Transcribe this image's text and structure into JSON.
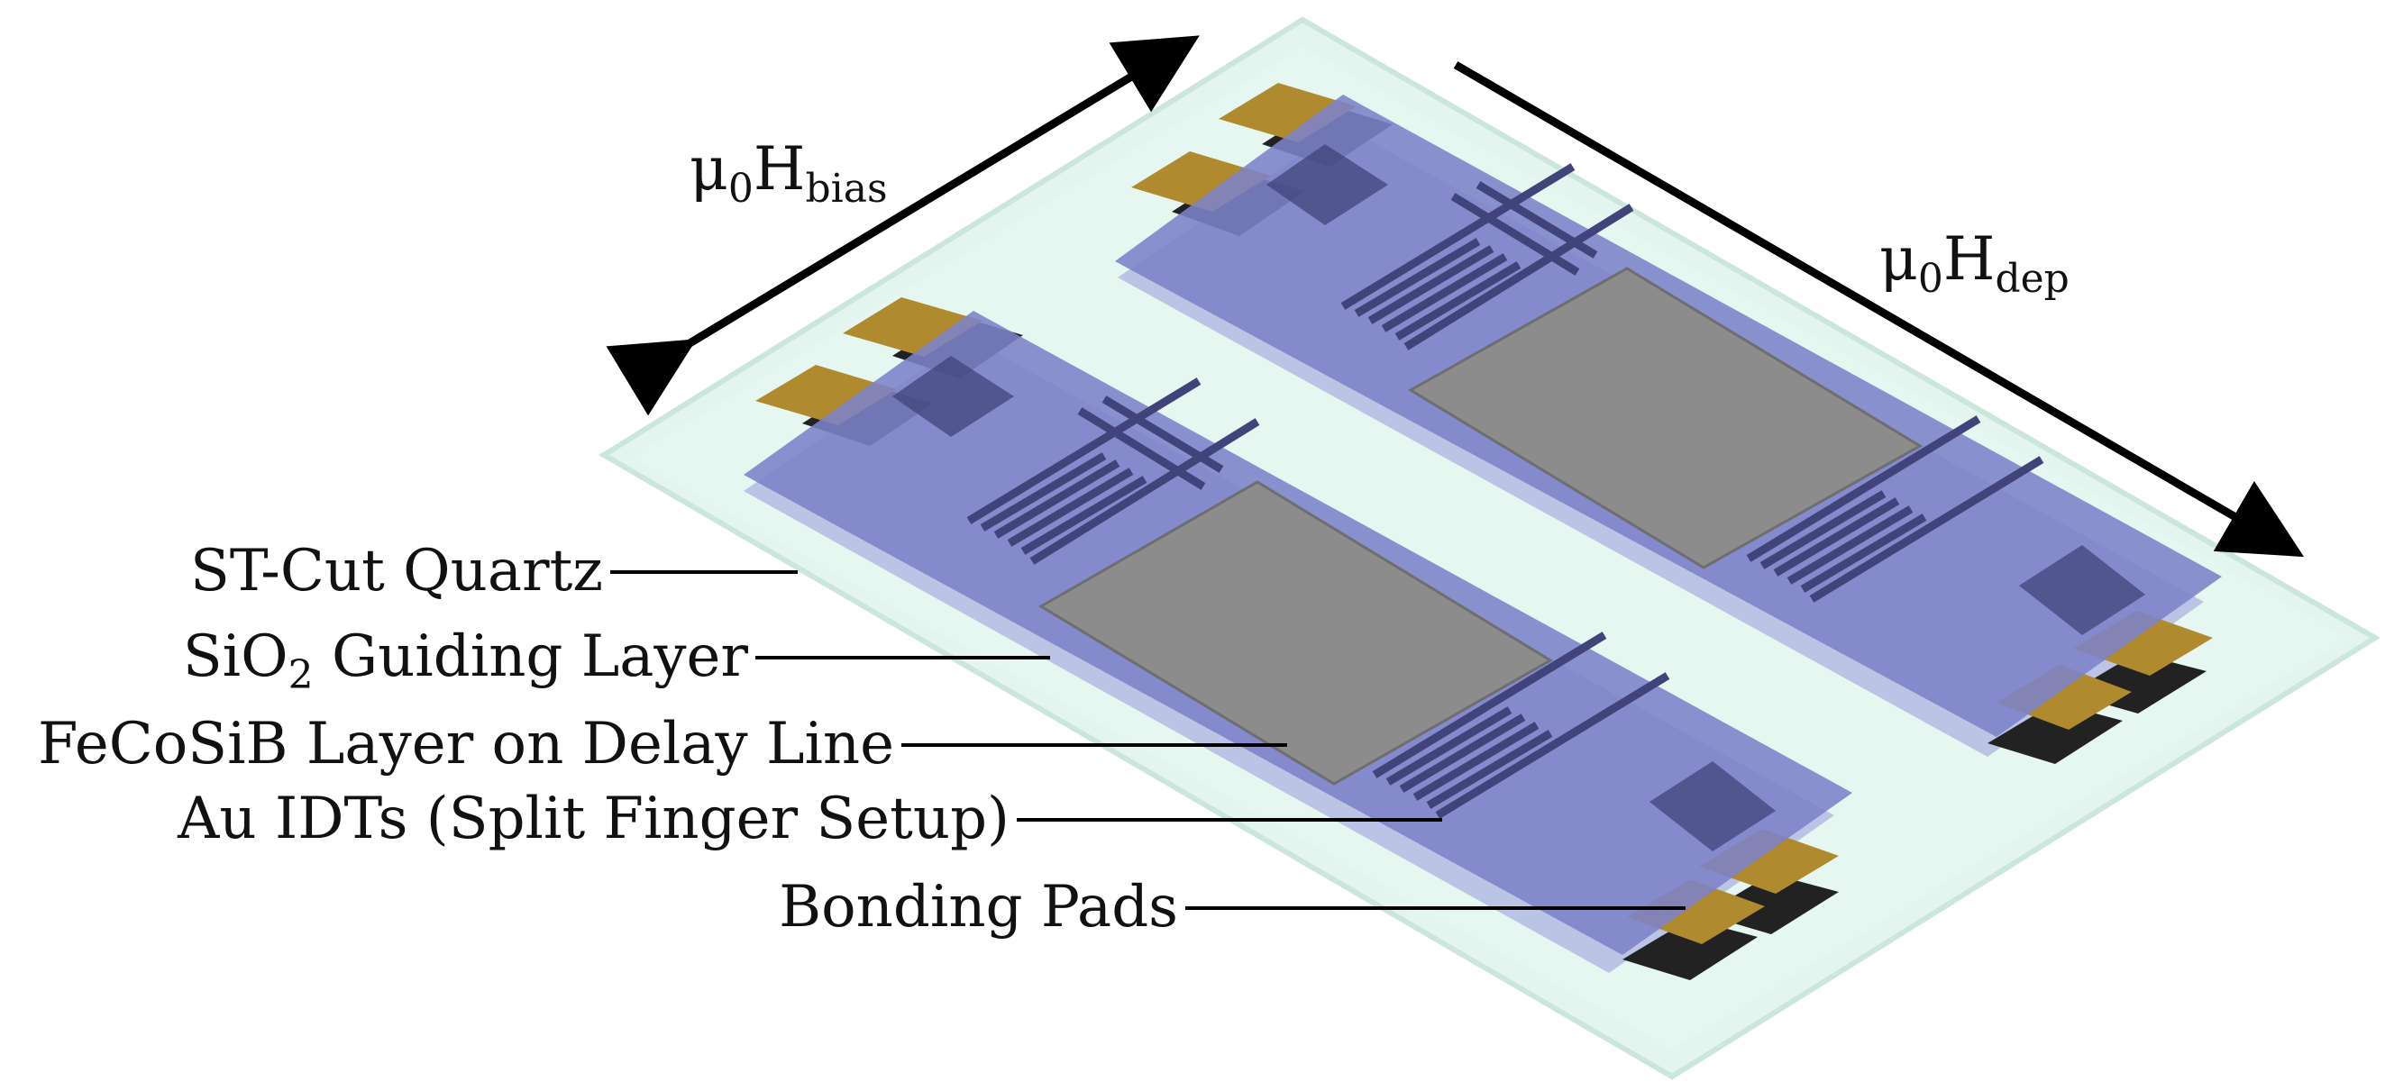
{
  "labels": {
    "quartz": "ST-Cut Quartz",
    "sio2_pre": "SiO",
    "sio2_sub": "2",
    "sio2_post": " Guiding Layer",
    "fecosib": "FeCoSiB Layer on Delay Line",
    "idt": "Au IDTs (Split Finger Setup)",
    "pads": "Bonding Pads"
  },
  "fields": {
    "bias_mu": "μ",
    "bias_mu_sub": "0",
    "bias_H": "H",
    "bias_sub": "bias",
    "dep_mu": "μ",
    "dep_mu_sub": "0",
    "dep_H": "H",
    "dep_sub": "dep"
  },
  "colors": {
    "quartz_fill": "#e3f4ee",
    "quartz_edge": "#c9e5da",
    "sio2_fill": "#7c82c8",
    "sio2_shadow": "#9ea3dc",
    "idt_dark": "#40447a",
    "fecosib": "#8c8c8c",
    "pad_gold": "#b08a2e",
    "pad_shadow": "#222222",
    "leader": "#000000"
  }
}
